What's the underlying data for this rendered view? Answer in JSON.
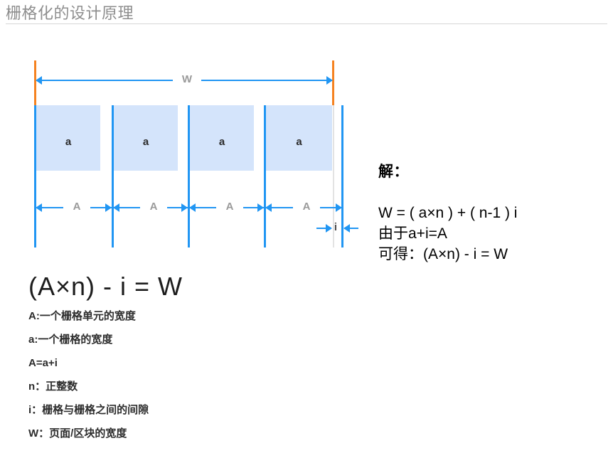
{
  "header": {
    "title": "栅格化的设计原理"
  },
  "diagram": {
    "width_label": "W",
    "gap_label": "i",
    "cell_labels": [
      "A",
      "A",
      "A",
      "A"
    ],
    "column_labels": [
      "a",
      "a",
      "a",
      "a"
    ],
    "colors": {
      "grid_fill": "#d4e4fb",
      "guide_blue": "#2196f3",
      "edge_orange": "#f58220",
      "label_gray": "#9a9a9a"
    }
  },
  "solution": {
    "heading": "解：",
    "lines": [
      "W = ( a×n ) + ( n-1 ) i",
      "由于a+i=A",
      "可得：(A×n) - i = W"
    ]
  },
  "formula": {
    "main": "(A×n) - i = W",
    "legend": [
      "A:一个栅格单元的宽度",
      "a:一个栅格的宽度",
      "A=a+i",
      "n：正整数",
      "i：栅格与栅格之间的间隙",
      "W：页面/区块的宽度"
    ]
  }
}
